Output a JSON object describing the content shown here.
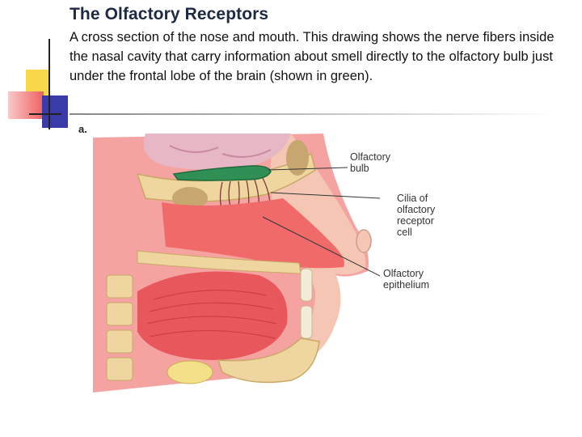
{
  "slide": {
    "title": "The Olfactory Receptors",
    "body": " A cross section of the nose and mouth. This drawing shows the nerve fibers inside the nasal cavity that carry information about smell directly to the olfactory bulb just under the frontal lobe of the brain (shown in green)."
  },
  "figure": {
    "panel_label": "a.",
    "labels": {
      "olfactory_bulb": "Olfactory\nbulb",
      "cilia": "Cilia of\nolfactory\nreceptor\ncell",
      "epithelium": "Olfactory\nepithelium"
    },
    "colors": {
      "brain": "#e8b7c6",
      "bulb": "#2f8f55",
      "tissue": "#f06a6a",
      "bone": "#efd6a0",
      "skin": "#f6c6b4"
    }
  }
}
